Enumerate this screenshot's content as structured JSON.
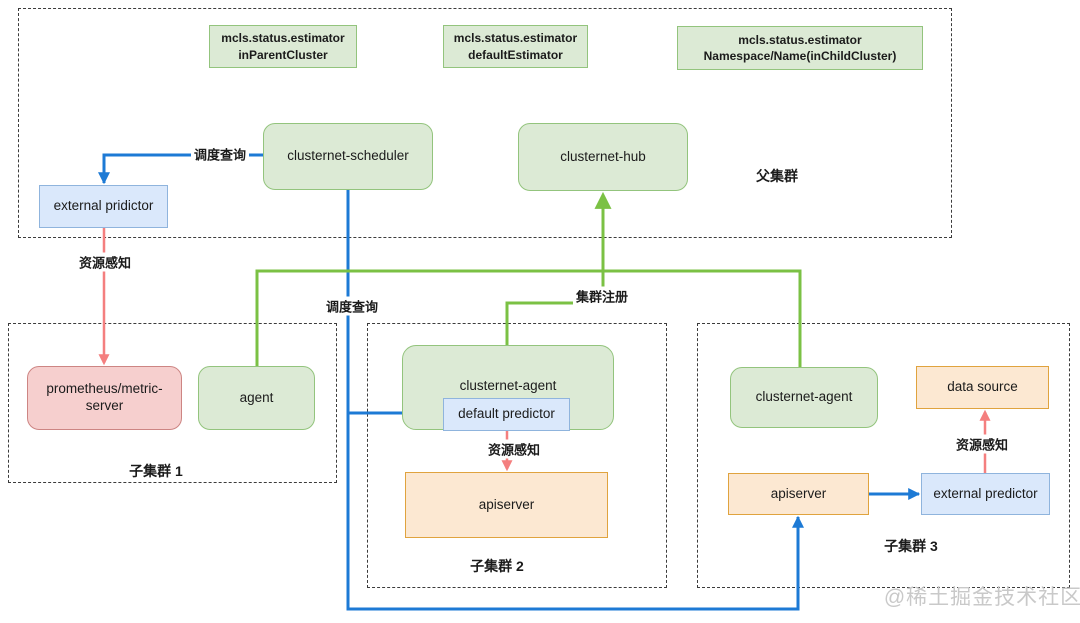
{
  "colors": {
    "green_fill": "#dcead5",
    "green_border": "#93c47d",
    "blue_fill": "#dae8fb",
    "blue_border": "#8fb4dd",
    "orange_fill": "#fce8d2",
    "orange_border": "#e0a33e",
    "pink_fill": "#f6cfce",
    "pink_border": "#cd8583",
    "arrow_blue": "#1d7ad5",
    "arrow_green": "#7bc144",
    "arrow_red": "#f47f7f"
  },
  "parent_cluster": {
    "label": "父集群",
    "estimators": [
      {
        "line1": "mcls.status.estimator",
        "line2": "inParentCluster"
      },
      {
        "line1": "mcls.status.estimator",
        "line2": "defaultEstimator"
      },
      {
        "line1": "mcls.status.estimator",
        "line2": "Namespace/Name(inChildCluster)"
      }
    ],
    "scheduler": "clusternet-scheduler",
    "hub": "clusternet-hub",
    "external_predictor": "external pridictor"
  },
  "edge_labels": {
    "schedule_query_top": "调度查询",
    "schedule_query_mid": "调度查询",
    "cluster_register": "集群注册",
    "resource_sense_1": "资源感知",
    "resource_sense_2": "资源感知",
    "resource_sense_3": "资源感知"
  },
  "cluster1": {
    "label": "子集群 1",
    "prometheus": "prometheus/metric-server",
    "agent": "agent"
  },
  "cluster2": {
    "label": "子集群 2",
    "agent": "clusternet-agent",
    "default_predictor": "default predictor",
    "apiserver": "apiserver"
  },
  "cluster3": {
    "label": "子集群 3",
    "agent": "clusternet-agent",
    "data_source": "data source",
    "apiserver": "apiserver",
    "external_predictor": "external predictor"
  },
  "watermark": "@稀土掘金技术社区"
}
